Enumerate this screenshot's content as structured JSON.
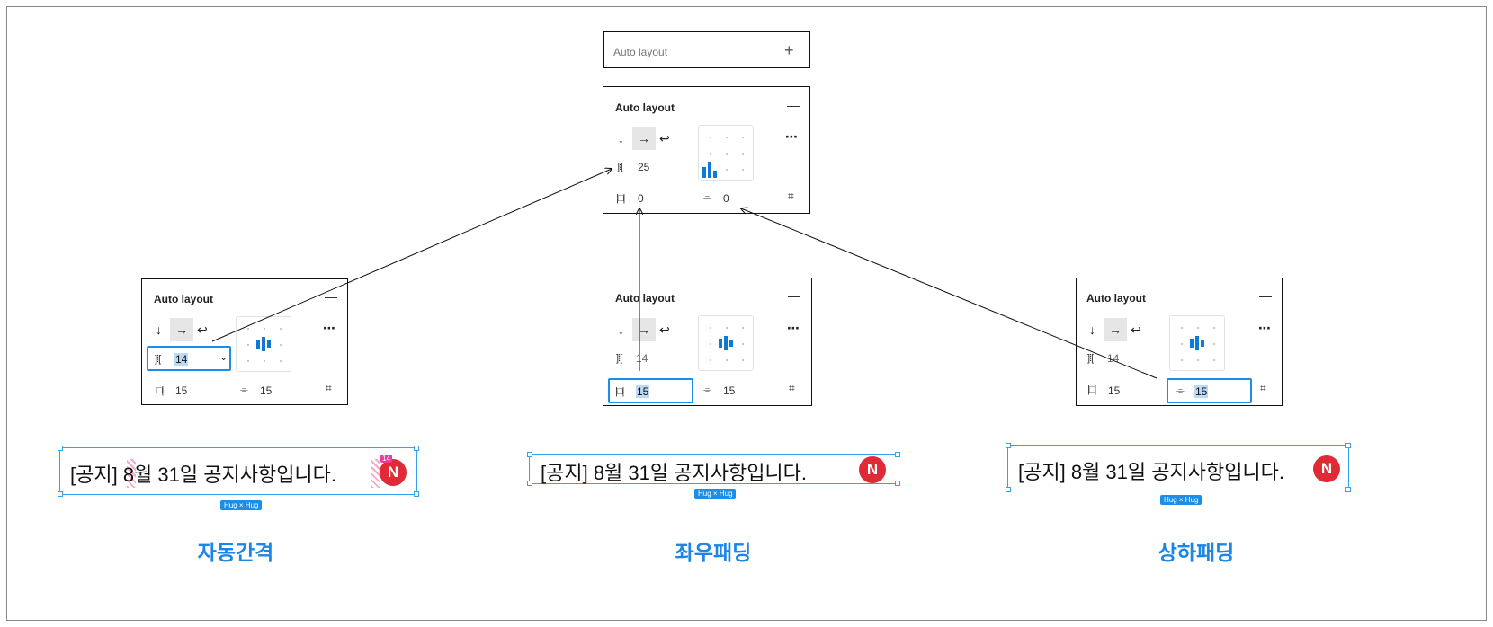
{
  "panel_collapsed": {
    "title": "Auto layout",
    "add_icon": "plus-icon"
  },
  "panel_main": {
    "title": "Auto layout",
    "collapse_icon": "minus-icon",
    "more_icon": "more-icon",
    "directions": [
      "↓",
      "→",
      "↩"
    ],
    "gap_icon": "]⁞[",
    "gap": "25",
    "padding_h_icon": "|□|",
    "padding_h": "0",
    "padding_v_icon": "⌯",
    "padding_v": "0"
  },
  "panel_left": {
    "title": "Auto layout",
    "directions": [
      "↓",
      "→",
      "↩"
    ],
    "gap_icon": "]⁞[",
    "gap": "14",
    "padding_h_icon": "|□|",
    "padding_h": "15",
    "padding_v": "15"
  },
  "panel_center": {
    "title": "Auto layout",
    "directions": [
      "↓",
      "→",
      "↩"
    ],
    "gap_icon": "]⁞[",
    "gap": "14",
    "padding_h_icon": "|□|",
    "padding_h": "15",
    "padding_v": "15"
  },
  "panel_right": {
    "title": "Auto layout",
    "directions": [
      "↓",
      "→",
      "↩"
    ],
    "gap_icon": "]⁞[",
    "gap": "14",
    "padding_h_icon": "|□|",
    "padding_h": "15",
    "padding_v": "15"
  },
  "examples": {
    "text": "[공지] 8월 31일 공지사항입니다.",
    "badge": "N",
    "gap_tag": "14",
    "hug_label": "Hug × Hug"
  },
  "captions": {
    "left": "자동간격",
    "center": "좌우패딩",
    "right": "상하패딩"
  },
  "colors": {
    "accent": "#1a8ee8",
    "caption": "#1c86e6",
    "badge": "#e02b36",
    "selection": "#bcd9f5"
  }
}
